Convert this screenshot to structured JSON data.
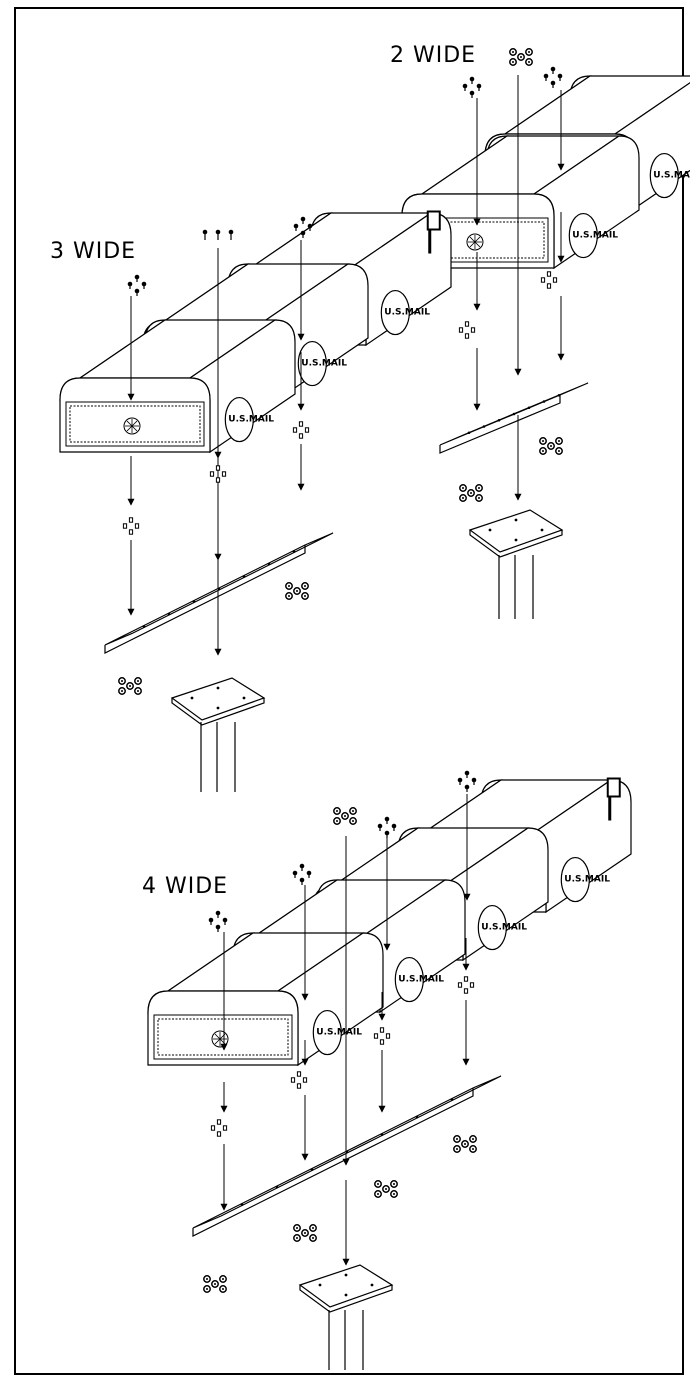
{
  "labels": {
    "two_wide": "2 WIDE",
    "three_wide": "3 WIDE",
    "four_wide": "4 WIDE"
  },
  "box_text": "U.S.MAIL",
  "colors": {
    "line": "#000000",
    "paper": "#ffffff"
  }
}
